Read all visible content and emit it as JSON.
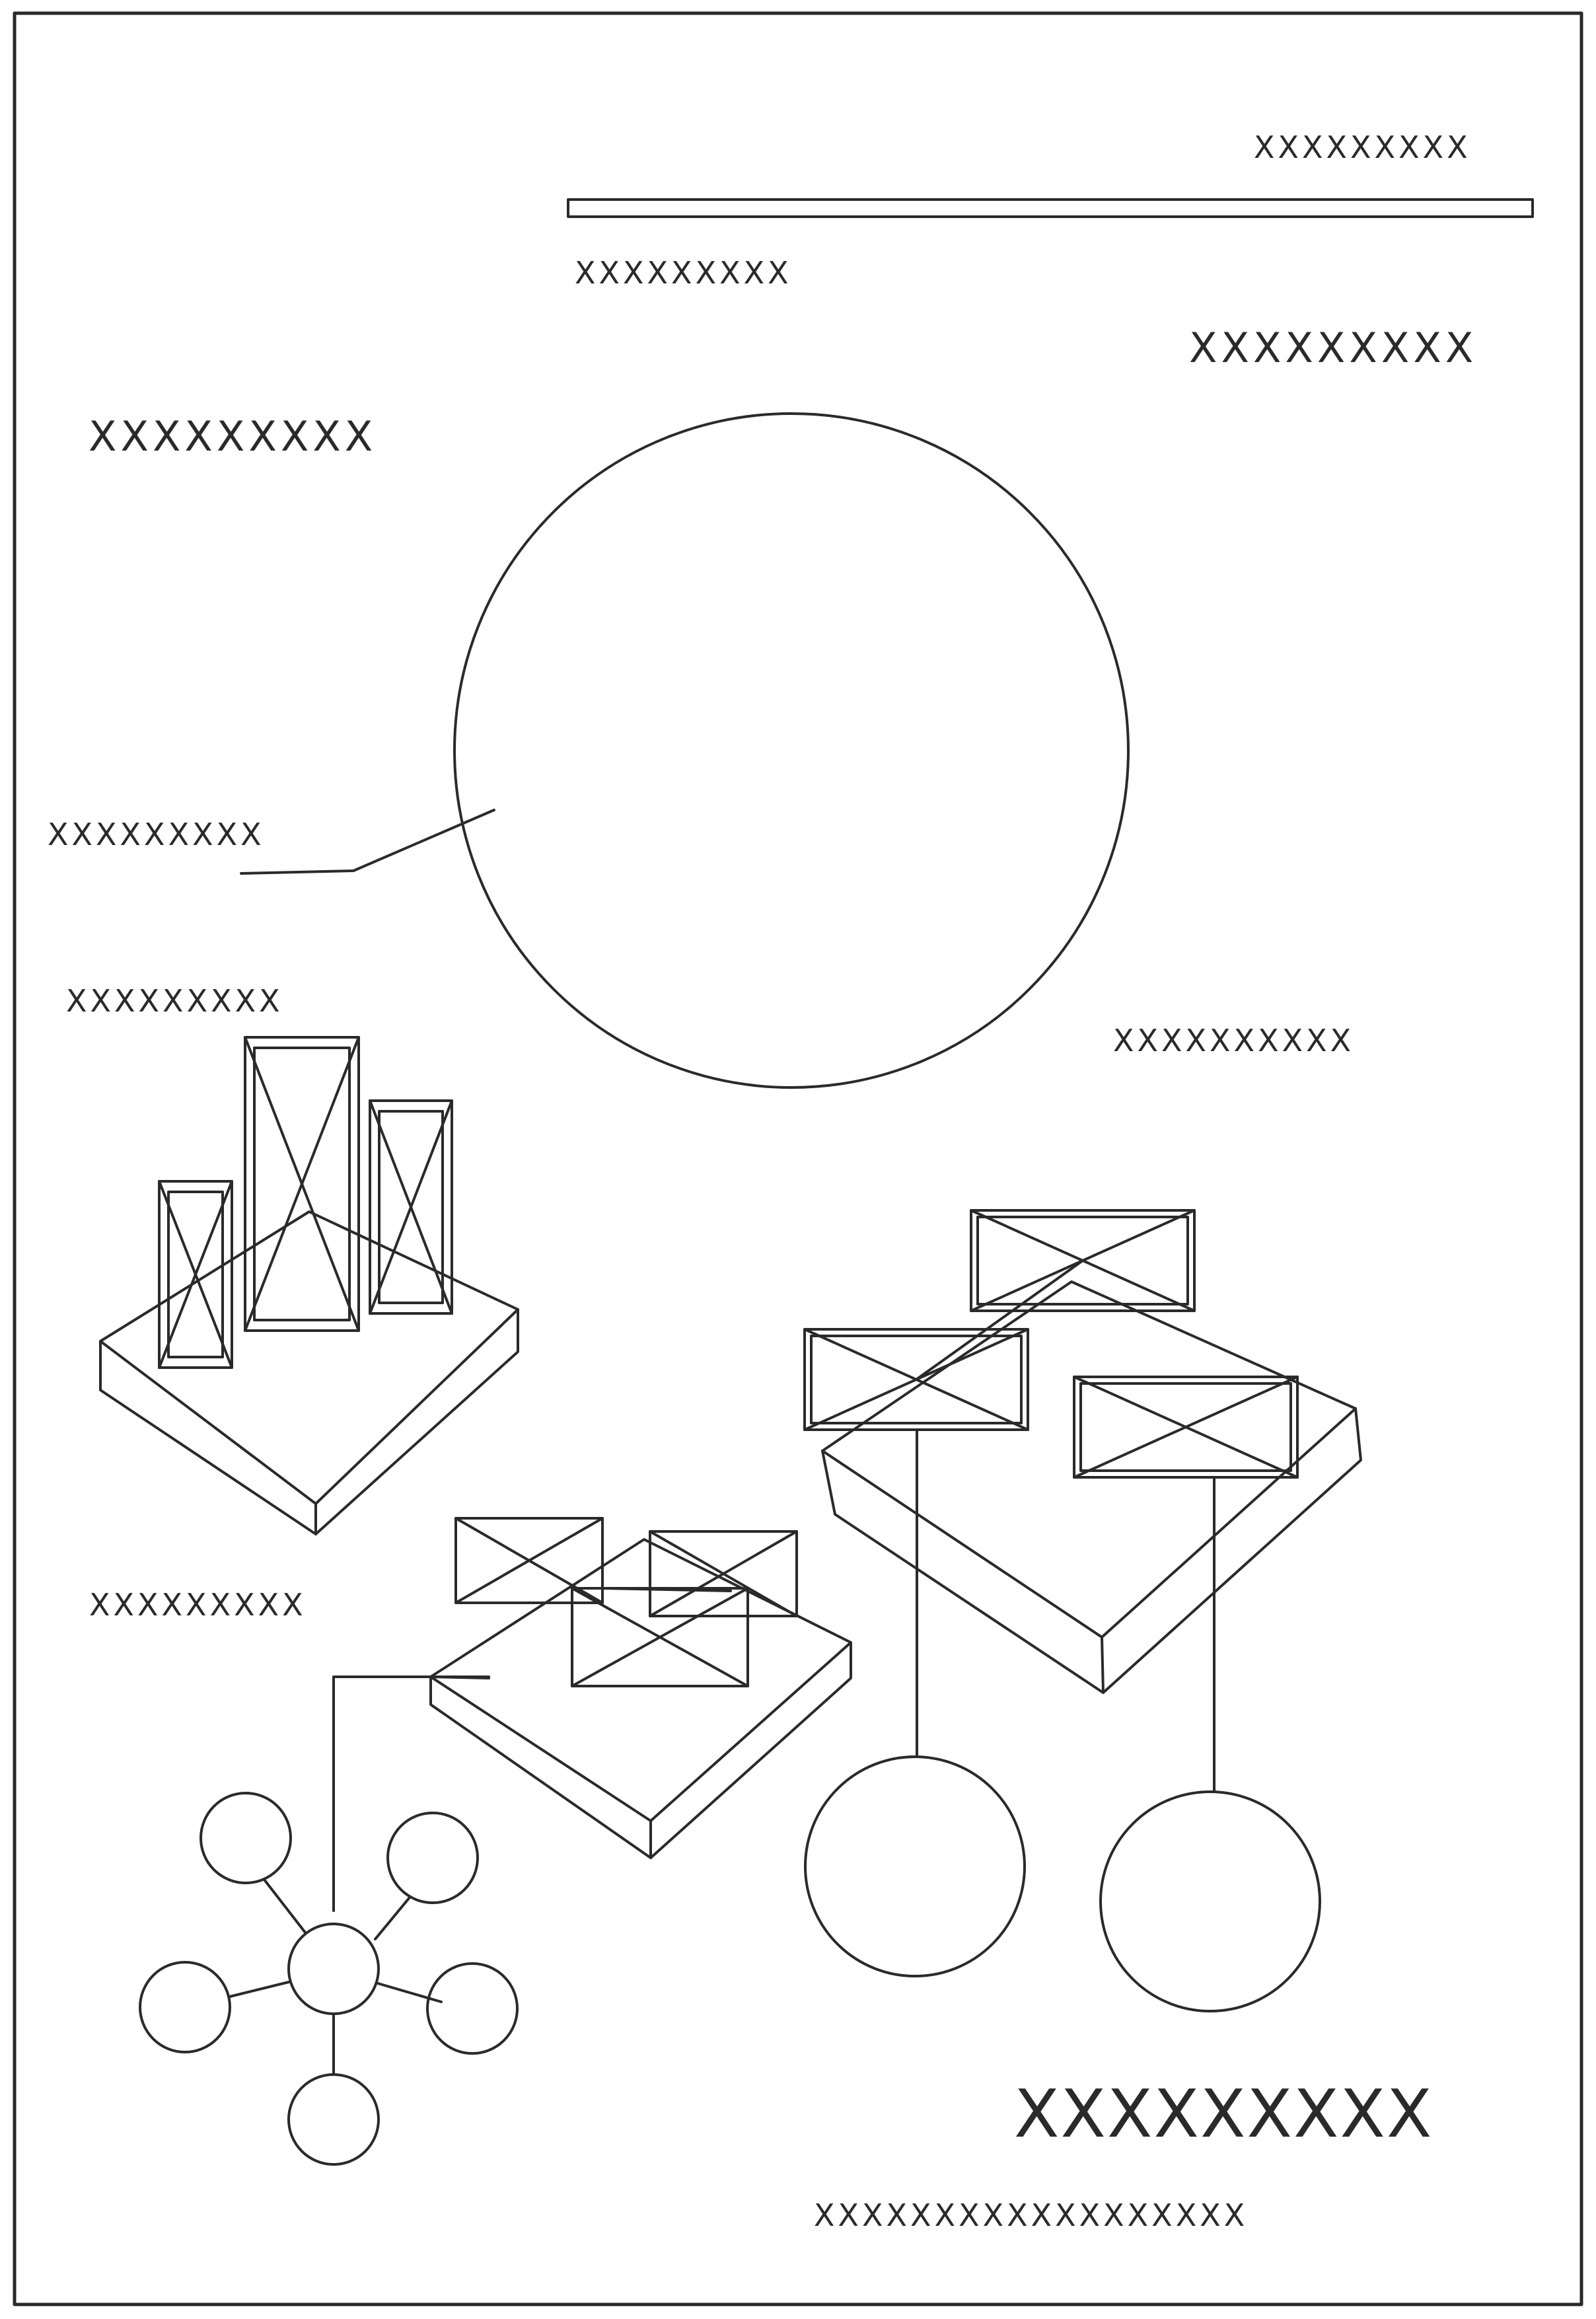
{
  "colors": {
    "stroke": "#2a2a2a",
    "background": "#ffffff"
  },
  "labels": {
    "top_right": "XXXXXXXXX",
    "under_bar": "XXXXXXXXX",
    "right_upper": "XXXXXXXXX",
    "left_upper": "XXXXXXXXX",
    "circle_callout": "XXXXXXXXX",
    "above_towers": "XXXXXXXXX",
    "right_middle": "XXXXXXXXXX",
    "left_lower": "XXXXXXXXX",
    "footer_big": "XXXXXXXXX",
    "footer_bottom": "XXXXXXXXXXXXXXXXXX"
  }
}
